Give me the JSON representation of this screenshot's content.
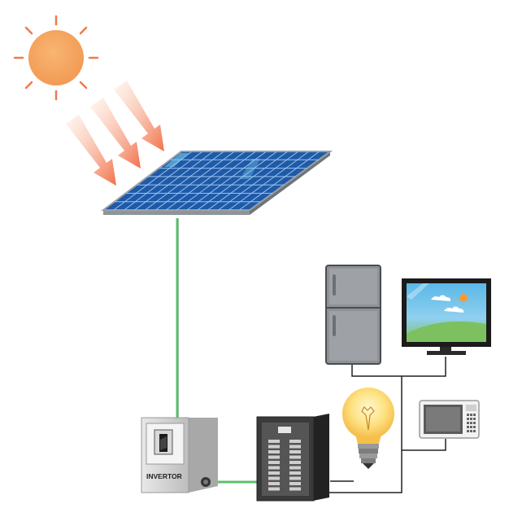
{
  "diagram": {
    "inverter_label": "INVERTOR"
  },
  "colors": {
    "sun": "#f5a35c",
    "sun_rays": "#f07a4a",
    "panel_cell": "#1f5aa8",
    "panel_grid": "#9cc3ee",
    "panel_frame": "#8f9499",
    "wire_green": "#5cbf6d",
    "wire_black": "#222222",
    "fridge": "#8e9297",
    "breaker_box": "#3a3a3a",
    "bulb_glow": "#fbd660"
  },
  "components": [
    "sun",
    "sunlight",
    "solar-panel",
    "inverter",
    "breaker-panel",
    "light-bulb",
    "refrigerator",
    "television",
    "microwave"
  ]
}
